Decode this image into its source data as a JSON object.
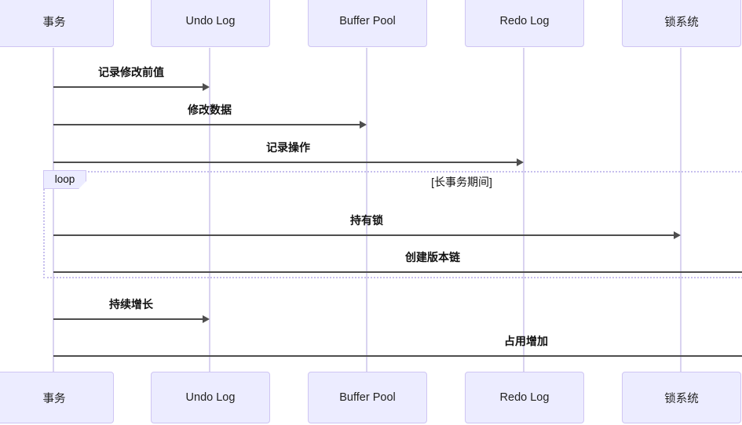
{
  "diagram": {
    "kind": "sequence-diagram",
    "participants": [
      {
        "label": "事务"
      },
      {
        "label": "Undo Log"
      },
      {
        "label": "Buffer Pool"
      },
      {
        "label": "Redo Log"
      },
      {
        "label": "锁系统"
      }
    ],
    "messages": [
      {
        "label": "记录修改前值",
        "from": "事务",
        "to": "Undo Log"
      },
      {
        "label": "修改数据",
        "from": "事务",
        "to": "Buffer Pool"
      },
      {
        "label": "记录操作",
        "from": "事务",
        "to": "Redo Log"
      },
      {
        "label": "持有锁",
        "from": "事务",
        "to": "锁系统"
      },
      {
        "label": "创建版本链",
        "from": "事务",
        "to": "offscreen-right"
      },
      {
        "label": "持续增长",
        "from": "事务",
        "to": "Undo Log"
      },
      {
        "label": "占用增加",
        "from": "事务",
        "to": "offscreen-right"
      }
    ],
    "loop": {
      "label": "loop",
      "condition": "[长事务期间]"
    },
    "colors": {
      "background": "#FFFFFF",
      "actor_fill": "#ECECFF",
      "actor_border": "#CFC5F3",
      "lifeline": "#D9D3F0",
      "message_line": "#4E4E4E",
      "loop_border": "#C7BFEE",
      "text": "#1A1A1A"
    }
  }
}
